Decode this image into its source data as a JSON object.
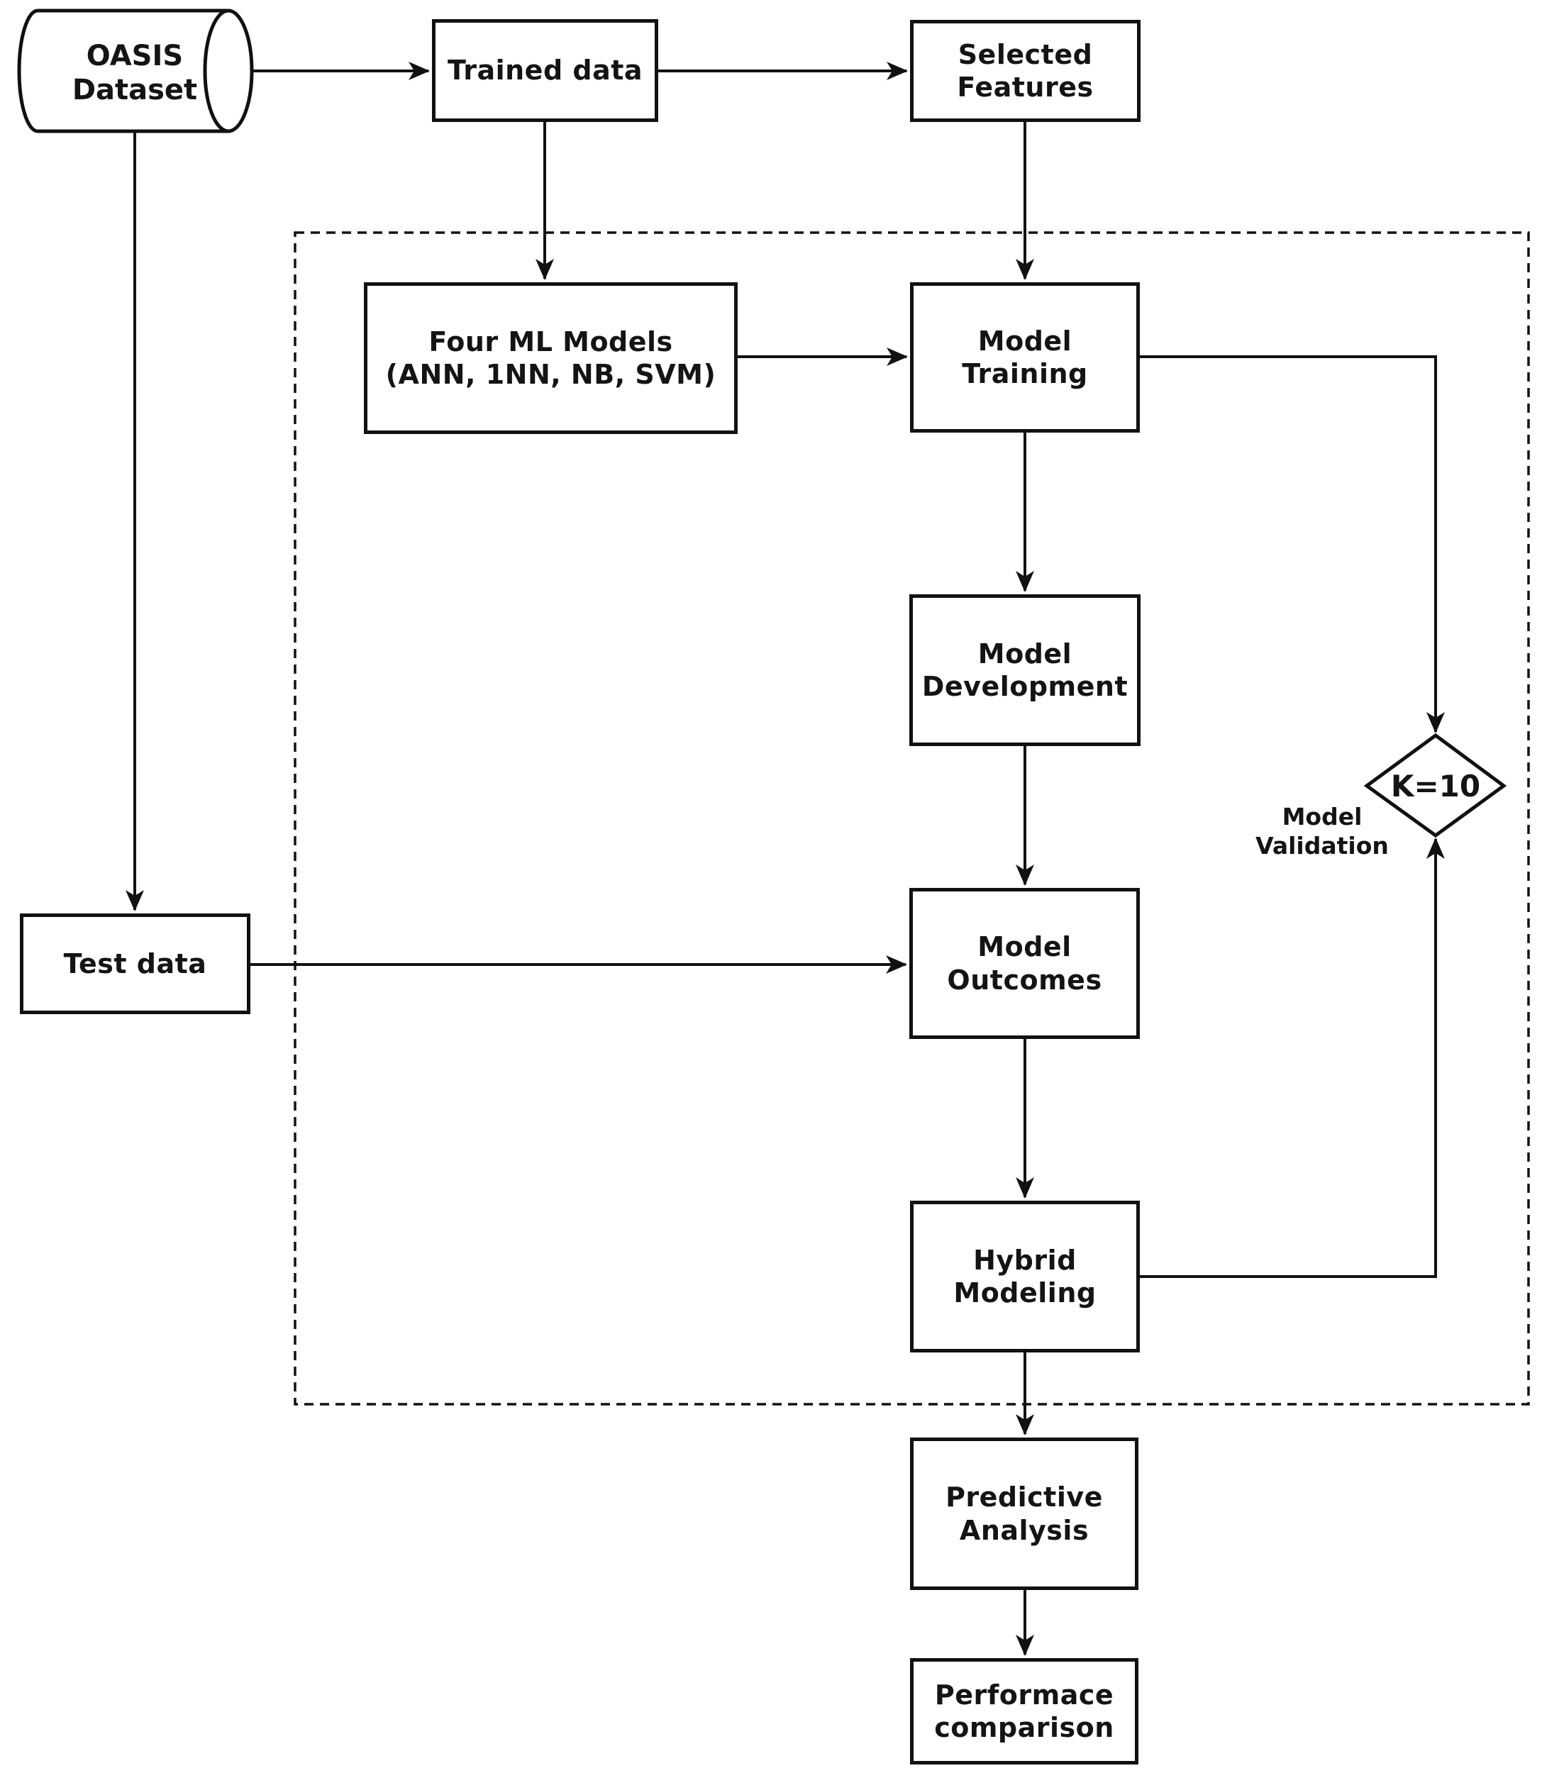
{
  "diagram": {
    "nodes": {
      "oasis": {
        "label": "OASIS\nDataset",
        "shape": "cylinder"
      },
      "trained_data": {
        "label": "Trained data",
        "shape": "rect"
      },
      "selected_features": {
        "label": "Selected\nFeatures",
        "shape": "rect"
      },
      "four_ml_models": {
        "label": "Four ML Models\n(ANN, 1NN, NB, SVM)",
        "shape": "rect"
      },
      "model_training": {
        "label": "Model\nTraining",
        "shape": "rect"
      },
      "model_development": {
        "label": "Model\nDevelopment",
        "shape": "rect"
      },
      "model_outcomes": {
        "label": "Model\nOutcomes",
        "shape": "rect"
      },
      "test_data": {
        "label": "Test data",
        "shape": "rect"
      },
      "hybrid_modeling": {
        "label": "Hybrid\nModeling",
        "shape": "rect"
      },
      "validation_diamond": {
        "label": "K=10",
        "shape": "diamond"
      },
      "validation_caption": {
        "label": "Model\nValidation",
        "shape": "text"
      },
      "predictive_analysis": {
        "label": "Predictive\nAnalysis",
        "shape": "rect"
      },
      "performance_comparison": {
        "label": "Performace\ncomparison",
        "shape": "rect"
      }
    },
    "edges": [
      {
        "from": "oasis",
        "to": "trained_data"
      },
      {
        "from": "oasis",
        "to": "test_data"
      },
      {
        "from": "trained_data",
        "to": "selected_features"
      },
      {
        "from": "trained_data",
        "to": "four_ml_models"
      },
      {
        "from": "selected_features",
        "to": "model_training"
      },
      {
        "from": "four_ml_models",
        "to": "model_training"
      },
      {
        "from": "model_training",
        "to": "validation_diamond"
      },
      {
        "from": "model_training",
        "to": "model_development"
      },
      {
        "from": "model_development",
        "to": "model_outcomes"
      },
      {
        "from": "test_data",
        "to": "model_outcomes"
      },
      {
        "from": "model_outcomes",
        "to": "hybrid_modeling"
      },
      {
        "from": "hybrid_modeling",
        "to": "validation_diamond"
      },
      {
        "from": "hybrid_modeling",
        "to": "predictive_analysis"
      },
      {
        "from": "predictive_analysis",
        "to": "performance_comparison"
      }
    ],
    "colors": {
      "stroke": "#111111",
      "text": "#141414",
      "background": "#ffffff"
    }
  }
}
